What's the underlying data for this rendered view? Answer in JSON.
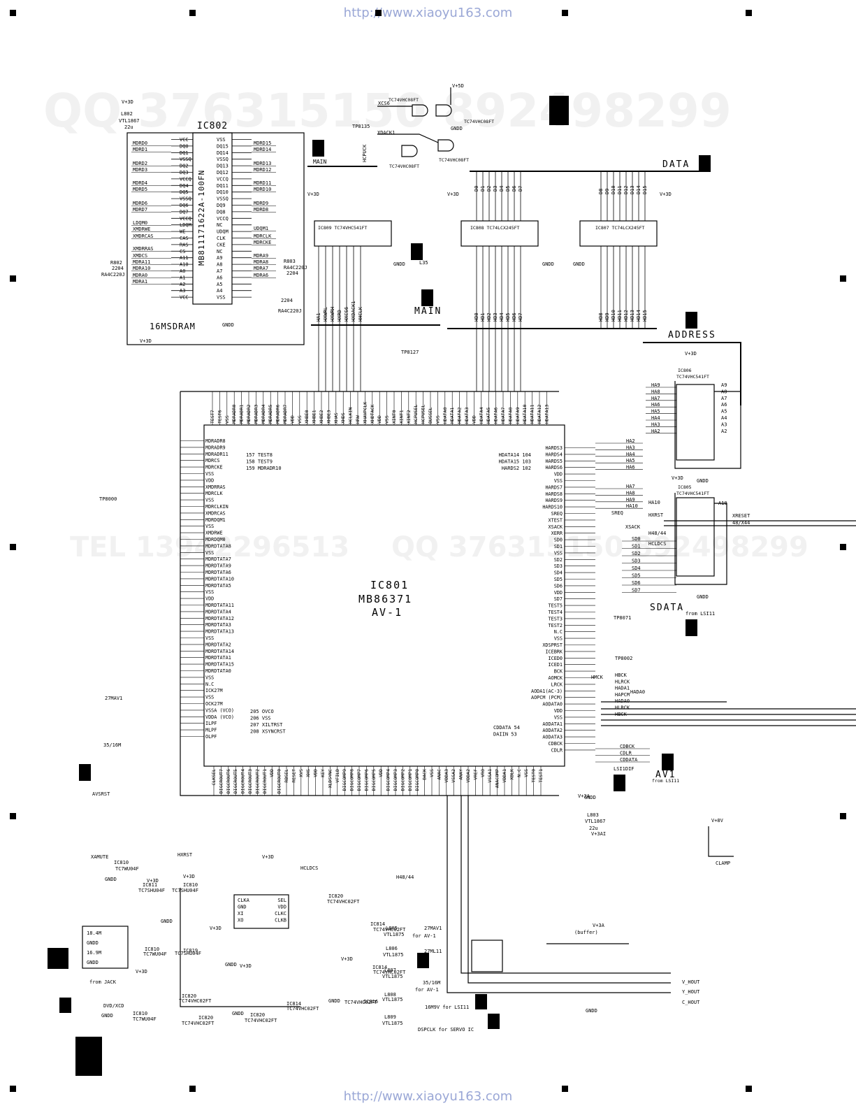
{
  "site_url": "http://www.xiaoyu163.com",
  "watermark_qq": "QQ 376315150   892498299",
  "watermark_tel": "TEL 13942296513",
  "ic802": {
    "ref": "IC802",
    "part": "MB811171622A-100FN",
    "note": "16MSDRAM",
    "pins_left": [
      "VCC",
      "DQ0",
      "DQ1",
      "VSSQ",
      "DQ2",
      "DQ3",
      "VCCQ",
      "DQ4",
      "DQ5",
      "VSSQ",
      "DQ6",
      "DQ7",
      "VCCQ",
      "LDQM",
      "WE",
      "CAS",
      "RAS",
      "CS",
      "A11",
      "A10",
      "A0",
      "A1",
      "A2",
      "A3",
      "VCC"
    ],
    "pins_right": [
      "VSS",
      "DQ15",
      "DQ14",
      "VSSQ",
      "DQ13",
      "DQ12",
      "VCCQ",
      "DQ11",
      "DQ10",
      "VSSQ",
      "DQ9",
      "DQ8",
      "VCCQ",
      "NC",
      "UDQM",
      "CLK",
      "CKE",
      "NC",
      "A9",
      "A8",
      "A7",
      "A6",
      "A5",
      "A4",
      "VSS"
    ],
    "nets_left": [
      "MDRD0",
      "MDRD1",
      "MDRD2",
      "MDRD3",
      "MDRD4",
      "MDRD5",
      "MDRD6",
      "MDRD7",
      "LDQM0",
      "XMDRWE",
      "XMDRCAS",
      "XMDRRAS",
      "XMDCS",
      "MDRA11",
      "MDRA10",
      "MDRA0",
      "MDRA1"
    ],
    "nets_right": [
      "MDRD15",
      "MDRD14",
      "MDRD13",
      "MDRD12",
      "MDRD11",
      "MDRD10",
      "MDRD9",
      "MDRD8",
      "UDQM1",
      "MDRCLK",
      "MDRCKE",
      "MDRA9",
      "MDRA8",
      "MDRA7",
      "MDRA6"
    ]
  },
  "ic801": {
    "ref": "IC801",
    "part": "MB86371",
    "name": "AV-1",
    "top_pins": [
      "TEST7",
      "TEST6",
      "VSS",
      "MDRADR0",
      "MDRADR1",
      "MDRADR2",
      "MDRADR3",
      "MDRADR4",
      "MDRADR5",
      "MDRADR6",
      "MDRADR7",
      "VDD",
      "VSS",
      "XHBE0",
      "XHBE1",
      "XHBE2",
      "XHBE3",
      "XHAS",
      "XHDS",
      "HCLKIN",
      "HRW",
      "XHAVPCLK",
      "XHDTACK",
      "VDD",
      "VSS",
      "XINT0",
      "XINT1",
      "XINT2",
      "HCPUSEL",
      "HCPUSEL",
      "BUSSEL",
      "VSS",
      "HDATA0",
      "HDATA1",
      "HDATA2",
      "HDATA3",
      "VDD",
      "HDATA4",
      "HDATA5",
      "HDATA6",
      "HDATA7",
      "HDATA8",
      "HDATA9",
      "HDATA10",
      "HDATA11",
      "HDATA12",
      "HDATA13"
    ],
    "left_pins": [
      "MDRADR8",
      "MDRADR9",
      "MDRADR11",
      "MDRCS",
      "MDRCKE",
      "VSS",
      "VDD",
      "XMDRRAS",
      "MDRCLK",
      "VSS",
      "MDRCLKIN",
      "XMDRCAS",
      "MDRDQM1",
      "VSS",
      "XMDRWE",
      "MDRDQM0",
      "MDRDTATA8",
      "VSS",
      "MDRDTATA7",
      "MDRDTATA9",
      "MDRDTATA6",
      "MDRDTATA10",
      "MDRDTATA5",
      "VSS",
      "VDD",
      "MDRDTATA11",
      "MDRDTATA4",
      "MDRDTATA12",
      "MDRDTATA3",
      "MDRDTATA13",
      "VSS",
      "MDRDTATA2",
      "MDRDTATA14",
      "MDRDTATA1",
      "MDRDTATA15",
      "MDRDTATA0",
      "VSS",
      "N.C",
      "ICK27M",
      "VSS",
      "OCK27M",
      "VSSA (VCO)",
      "VDDA (VCO)",
      "ILPF",
      "MLPF",
      "OLPF"
    ],
    "right_pins": [
      "HARDS3",
      "HARDS4",
      "HARDS5",
      "HARDS6",
      "VDD",
      "VSS",
      "HARDS7",
      "HARDS8",
      "HARDS9",
      "HARDS10",
      "SREQ",
      "XTEST",
      "XSACK",
      "XERR",
      "SD0",
      "SD1",
      "VSS",
      "SD2",
      "SD3",
      "SD4",
      "SD5",
      "SD6",
      "VDD",
      "SD7",
      "TEST5",
      "TEST4",
      "TEST3",
      "TEST2",
      "N.C",
      "VSS",
      "XDSPRST",
      "ICEBRK",
      "ICED0",
      "ICED1",
      "BCK",
      "AOMCK",
      "LRCK",
      "AODA1(AC-3)",
      "AOPCM (PCM)",
      "AODATA0",
      "VDD",
      "VSS",
      "AODATA1",
      "AODATA2",
      "AODATA3",
      "CDBCK",
      "CDLR"
    ],
    "bottom_pins": [
      "CLKSEL",
      "DIGCROUT7",
      "DIGCROUT6",
      "DIGCROUT5",
      "DIGCROUT4",
      "DIGCROUT3",
      "DIGCROUT2",
      "DIGCROUT1",
      "VDD",
      "DIGCROUT0",
      "RBSEL",
      "RESET",
      "XVS",
      "XHS",
      "VDD",
      "KEY",
      "XLDSYNC",
      "VFILD",
      "DIGCOMP9",
      "DIGCOMP8",
      "DIGCOMP7",
      "DIGCOMP6",
      "DIGCOMP5",
      "VDD",
      "DIGCOMP4",
      "DIGCOMP3",
      "DIGCOMP2",
      "DIGCOMP1",
      "DIGCOMP0",
      "DACK",
      "VSS",
      "ANAC",
      "VDDA3",
      "VSSA2",
      "ANAY",
      "VDDA2",
      "VREF",
      "VRO",
      "VSSA1",
      "ANACOMP",
      "VDDA1",
      "XBLK",
      "N.C",
      "VSS",
      "TEST0",
      "TEST1"
    ],
    "notes_left": [
      "157  TEST8",
      "158  TEST9",
      "159  MDRADR10"
    ],
    "notes_right": [
      "HDATA14  104",
      "HDATA15  103",
      "HARDS2  102"
    ],
    "notes_bottom_left": [
      "205  OVCO",
      "206  VSS",
      "207  XILTRST",
      "208  XSYNCRST"
    ],
    "notes_bottom_right": [
      "CDDATA  54",
      "DAIIN  53"
    ]
  },
  "ic806": {
    "ref": "IC806",
    "part": "TC74VHC541FT",
    "label": "IC806 TC74VHC541FT"
  },
  "ic805": {
    "ref": "IC805",
    "part": "TC74VHC541FT",
    "label": "IC805 TC74VHC541FT"
  },
  "ic809": {
    "label": "IC809 TC74VHC541FT"
  },
  "ic808": {
    "label": "IC808 TC74LCX245FT"
  },
  "ic807": {
    "label": "IC807 TC74LCX245FT"
  },
  "ic821": {
    "label": "TC74VHC08FT"
  },
  "buses": {
    "data": "DATA",
    "main_top": "MAIN",
    "main": "MAIN",
    "address": "ADDRESS",
    "sdata": "SDATA",
    "sdata_from": "from LSI11",
    "av1": "AV1",
    "av1_from": "from LSI11",
    "l35": "L35"
  },
  "nets": {
    "data_bits": [
      "D0",
      "D1",
      "D2",
      "D3",
      "D4",
      "D5",
      "D6",
      "D7",
      "D8",
      "D9",
      "D10",
      "D11",
      "D12",
      "D13",
      "D14",
      "D15"
    ],
    "hd_bits": [
      "HD0",
      "HD1",
      "HD2",
      "HD3",
      "HD4",
      "HD5",
      "HD6",
      "HD7",
      "HD8",
      "HD9",
      "HD10",
      "HD11",
      "HD12",
      "HD13",
      "HD14",
      "HD15"
    ],
    "main_bits": [
      "HA1",
      "HXWRL",
      "HXWRH",
      "HXRD",
      "HXCS6",
      "HXDACK1",
      "HHCLK"
    ],
    "address_in": [
      "HA9",
      "HA8",
      "HA7",
      "HA6",
      "HA5",
      "HA4",
      "HA3",
      "HA2"
    ],
    "address_out": [
      "A9",
      "A8",
      "A7",
      "A6",
      "A5",
      "A4",
      "A3",
      "A2"
    ],
    "ha_bits": [
      "HA2",
      "HA3",
      "HA4",
      "HA5",
      "HA6",
      "HA7",
      "HA8",
      "HA9",
      "HA10"
    ],
    "sd_bits": [
      "SD0",
      "SD1",
      "SD2",
      "SD3",
      "SD4",
      "SD5",
      "SD6",
      "SD7"
    ],
    "audio_nets": [
      "HBCK",
      "HLRCK",
      "HADA1",
      "HAPCM",
      "HADA0",
      "HLRCK",
      "HBCK"
    ],
    "cd_nets": [
      "CDBCK",
      "CDLR",
      "CDDATA"
    ],
    "misc": [
      "XCS6",
      "XDACK1",
      "HCPUCK",
      "XSACK",
      "HCLDCS",
      "H48/44",
      "XRESET",
      "48/X44",
      "HXRST",
      "SREQ",
      "HMCK",
      "HADA0",
      "A10",
      "HA10",
      "LSI1DIF"
    ]
  },
  "labels": {
    "v3d": "V+3D",
    "v5d": "V+5D",
    "v3a": "V+3A",
    "v8": "V+8V",
    "v3ai": "V+3AI",
    "gndd": "GNDD",
    "clamp": "CLAMP",
    "buffer": "(buffer)",
    "l802": "L802",
    "vtl1867": "VTL1867",
    "inductor_22u": "22u",
    "l803": "L803",
    "tp8135": "TP8135",
    "tp8127": "TP8127",
    "tp8000": "TP8000",
    "tp8071": "TP8071",
    "tp8002": "TP8002",
    "ic802_r802": "R802",
    "ic802_r803": "R803",
    "rv_224": "2204",
    "rv_ra": "RA4C220J",
    "avsrst": "AVSRST",
    "hxrst": "HXRST",
    "xamute": "XAMUTE",
    "tc7wu04f": "TC7WU04F",
    "tc7shu04f": "TC7SHU04F",
    "tc74vhc02ft": "TC74VHC02FT",
    "ic810": "IC810",
    "ic811": "IC811",
    "ic819": "IC819",
    "ic820": "IC820",
    "ic814": "IC814",
    "ic816": "IC816",
    "osc_pins": [
      "CLKA",
      "GND",
      "XI",
      "XO"
    ],
    "osc_pins_r": [
      "SEL",
      "VDD",
      "CLKC",
      "CLKB"
    ],
    "jack_list": [
      "18.4M",
      "GNDD",
      "16.9M",
      "GNDD"
    ],
    "from_jack": "from JACK",
    "dvd_xcd": "DVD/XCD",
    "l805": "L805",
    "l806": "L806",
    "l807": "L807",
    "l808": "L808",
    "l809": "L809",
    "vtl1875": "VTL1875",
    "out_27mav1": "27MAV1",
    "for_av1": "for AV-1",
    "out_27ml11": "27ML11",
    "out_3516m": "35/16M",
    "for_av1b": "for AV-1",
    "out_169m": "16M9V for LSI11",
    "out_dspclk": "DSPCLK for SERVO IC",
    "vhout": "V_HOUT",
    "yhout": "Y_HOUT",
    "chout": "C_HOUT",
    "net_27mav1": "27MAV1",
    "net_3516m": "35/16M",
    "h4844": "H48/44",
    "hcldcs": "HCLDCS"
  }
}
